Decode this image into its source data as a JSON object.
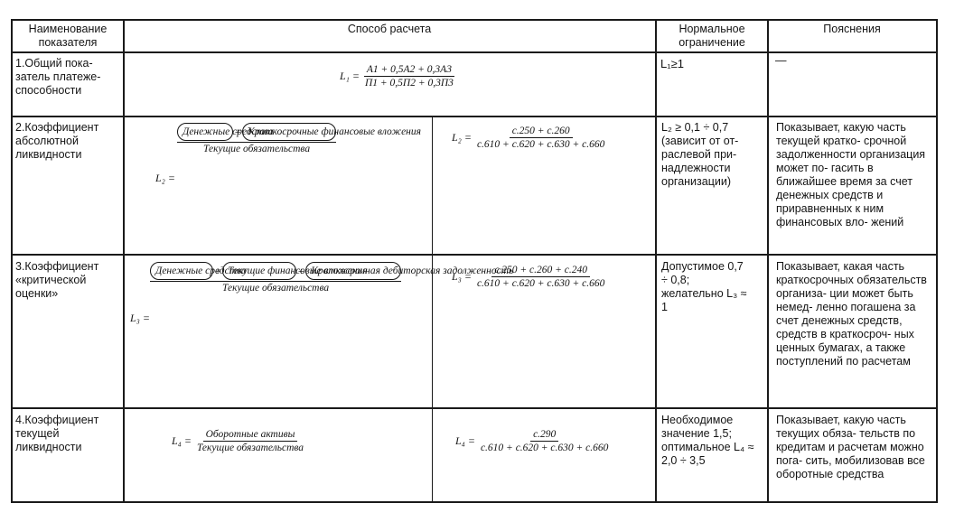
{
  "header": {
    "col1": "Наименование показателя",
    "col2": "Способ расчета",
    "col3": "Нормальное ограничение",
    "col4": "Пояснения"
  },
  "rows": [
    {
      "name": "1.Общий пока- затель платеже- способности",
      "formula": {
        "lhs": "L₁ =",
        "num": "А1 + 0,5А2 + 0,3А3",
        "den": "П1 + 0,5П2 + 0,3П3"
      },
      "limit": "L₁≥1",
      "note": "—"
    },
    {
      "name": "2.Коэффициент абсолютной ликвидности",
      "formula": {
        "lhs": "L₂ =",
        "terms": [
          "Денежные средства",
          "Краткосрочные финансовые вложения"
        ],
        "den": "Текущие обязательства",
        "alt_lhs": "L₂ =",
        "alt_num": "с.250 + с.260",
        "alt_den": "с.610 + с.620 + с.630 + с.660"
      },
      "limit": "L₂ ≥ 0,1 ÷ 0,7 (зависит от от- раслевой при- надлежности организации)",
      "note": "Показывает, какую часть текущей кратко- срочной задолженности организация может по- гасить в ближайшее время за счет денежных средств и приравненных к ним финансовых вло- жений"
    },
    {
      "name": "3.Коэффициент «критической оценки»",
      "formula": {
        "lhs": "L₃ =",
        "terms": [
          "Денежные средства",
          "Текущие финансовые вложения",
          "Краткосрочная дебиторская задолженность"
        ],
        "den": "Текущие обязательства",
        "alt_lhs": "L₃ =",
        "alt_num": "с.250 + с.260 + с.240",
        "alt_den": "с.610 + с.620 + с.630 + с.660"
      },
      "limit": "Допустимое 0,7 ÷ 0,8; желательно L₃ ≈ 1",
      "note": "Показывает, какая часть краткосрочных обязательств организа- ции может быть немед- ленно погашена за счет денежных средств, средств в краткосроч- ных ценных бумагах, а также поступлений по расчетам"
    },
    {
      "name": "4.Коэффициент текущей ликвидности",
      "formula": {
        "lhs": "L₄ =",
        "num": "Оборотные активы",
        "den": "Текущие обязательства",
        "alt_lhs": "L₄ =",
        "alt_num": "с.290",
        "alt_den": "с.610 + с.620 + с.630 + с.660"
      },
      "limit": "Необходимое значение 1,5; оптимальное L₄ ≈ 2,0 ÷ 3,5",
      "note": "Показывает, какую часть текущих обяза- тельств по кредитам и расчетам можно пога- сить, мобилизовав все оборотные средства"
    }
  ]
}
